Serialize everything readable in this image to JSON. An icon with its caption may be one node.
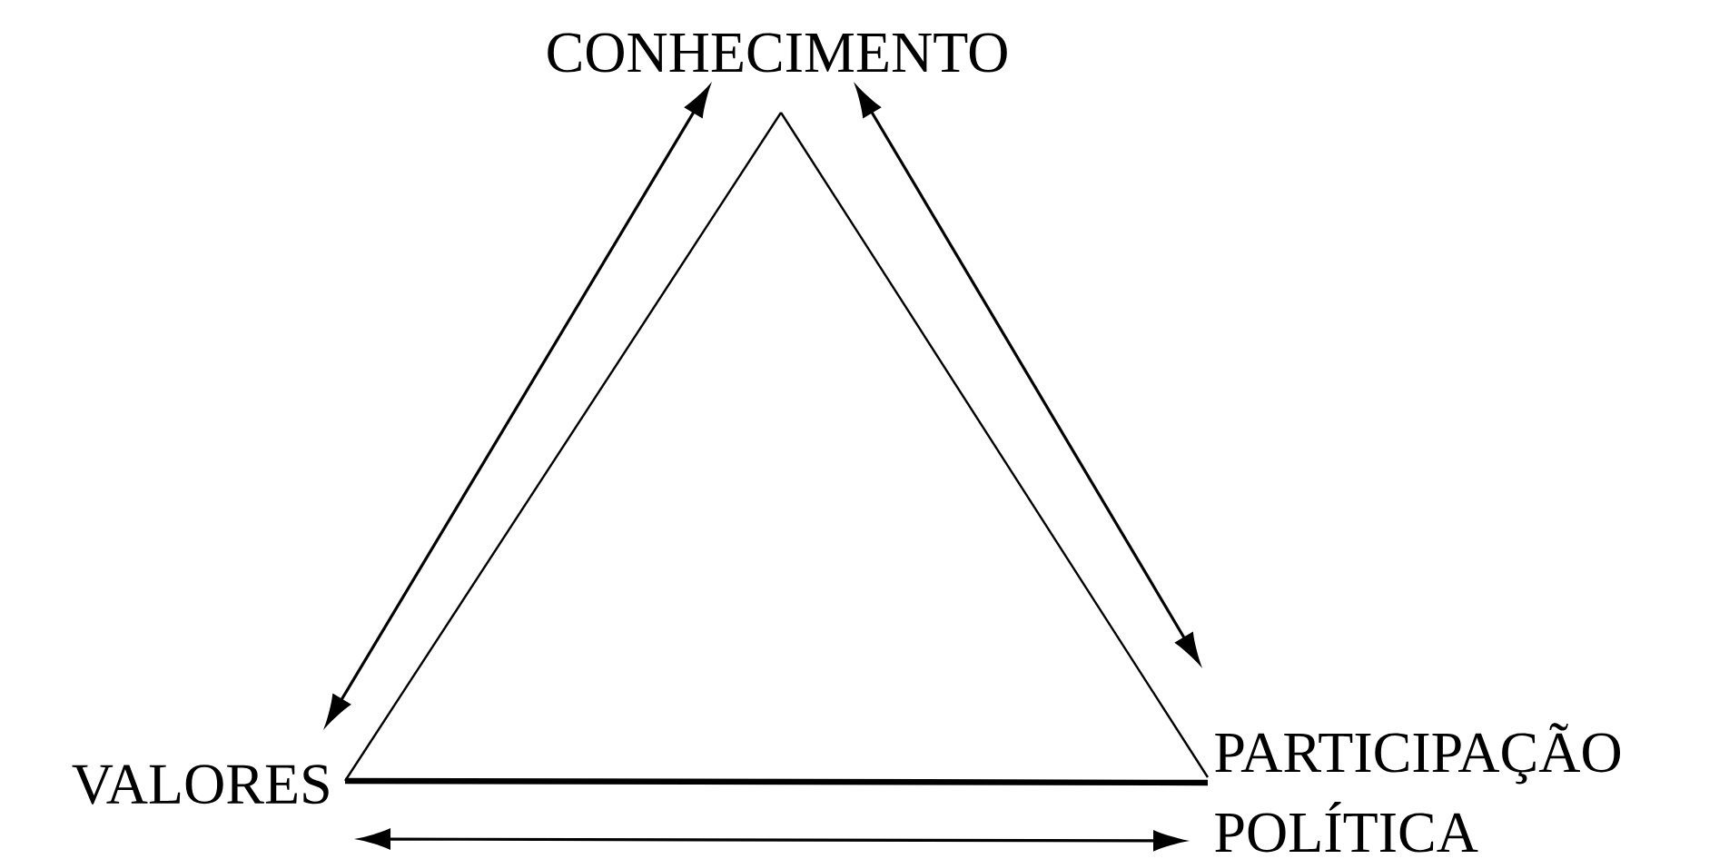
{
  "diagram": {
    "nodes": [
      {
        "text": [
          "CONHECIMENTO"
        ]
      },
      {
        "text": [
          "VALORES"
        ]
      },
      {
        "text": [
          "PARTICIPAÇÃO POLÍTICA"
        ]
      }
    ],
    "edges": [
      {
        "from": 0,
        "to": 1,
        "arrow": "none"
      },
      {
        "from": 0,
        "to": 2,
        "arrow": "none"
      },
      {
        "from": 1,
        "to": 2,
        "arrow": "none",
        "style": "thick"
      },
      {
        "from": 0,
        "to": 1,
        "arrow": "both"
      },
      {
        "from": 0,
        "to": 2,
        "arrow": "both"
      },
      {
        "from": 1,
        "to": 2,
        "arrow": "both"
      }
    ]
  }
}
